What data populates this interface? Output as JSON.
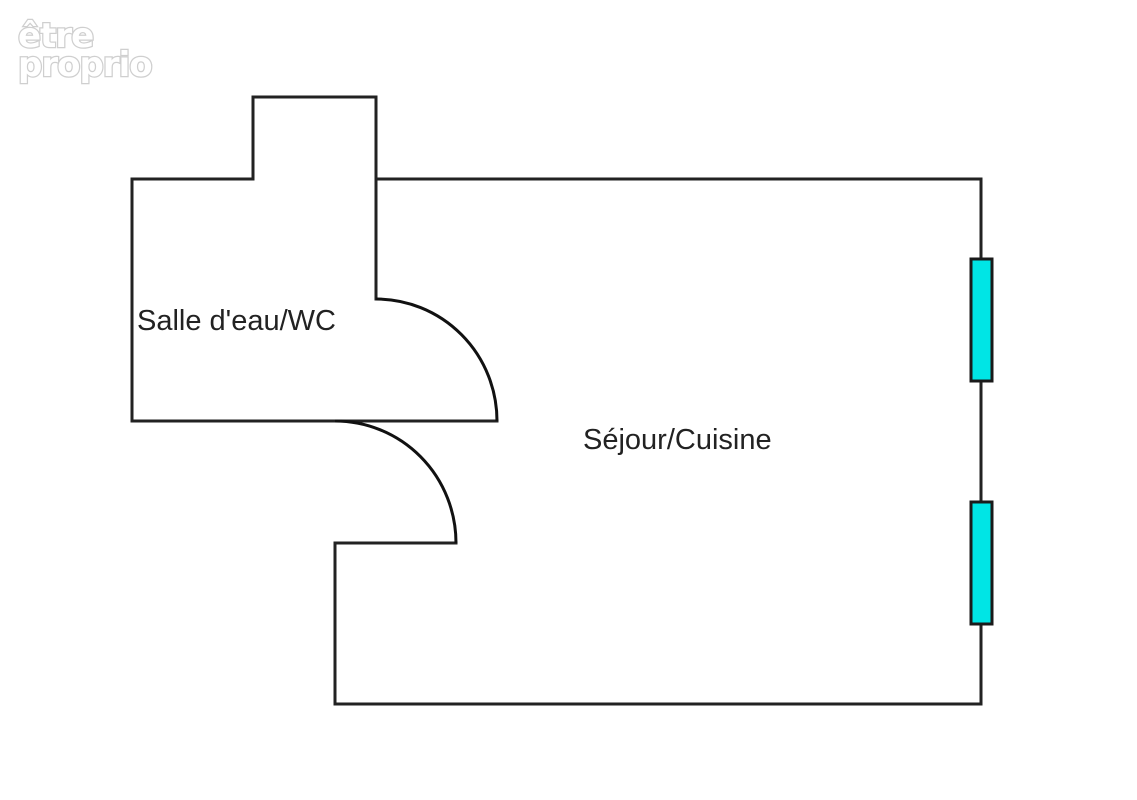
{
  "logo": {
    "line1": "être",
    "line2": "proprio"
  },
  "rooms": {
    "bathroom": "Salle d'eau/WC",
    "living": "Séjour/Cuisine"
  },
  "colors": {
    "wall": "#222222",
    "window": "#00e5e5",
    "background": "#ffffff"
  }
}
